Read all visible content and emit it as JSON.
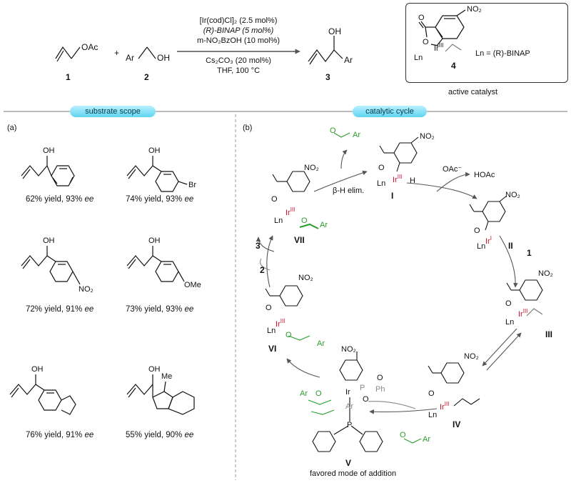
{
  "reaction": {
    "reactant1": "OAc",
    "reactant1_label": "1",
    "plus": "+",
    "reactant2_ar": "Ar",
    "reactant2_oh": "OH",
    "reactant2_label": "2",
    "conditions": [
      "[Ir(cod)Cl]₂ (2.5 mol%)",
      "(R)-BINAP (5 mol%)",
      "m-NO₂BzOH (10 mol%)",
      "Cs₂CO₃ (20 mol%)",
      "THF, 100 °C"
    ],
    "product_oh": "OH",
    "product_ar": "Ar",
    "product_label": "3"
  },
  "catalyst_box": {
    "no2": "NO₂",
    "ir": "Ir",
    "ir_ox": "III",
    "ln": "Ln",
    "ln_def": "Ln = (R)-BINAP",
    "label": "4",
    "caption": "active catalyst"
  },
  "sections": {
    "left_title": "substrate scope",
    "right_title": "catalytic cycle",
    "left_panel": "(a)",
    "right_panel": "(b)"
  },
  "substrates": [
    {
      "yield": "62% yield, 93%",
      "ee": "ee",
      "oh": "OH",
      "sub": ""
    },
    {
      "yield": "74% yield, 93%",
      "ee": "ee",
      "oh": "OH",
      "sub": "Br"
    },
    {
      "yield": "72% yield, 91%",
      "ee": "ee",
      "oh": "OH",
      "sub": "NO₂"
    },
    {
      "yield": "73% yield, 93%",
      "ee": "ee",
      "oh": "OH",
      "sub": "OMe"
    },
    {
      "yield": "76% yield, 91%",
      "ee": "ee",
      "oh": "OH",
      "sub": ""
    },
    {
      "yield": "55% yield, 90%",
      "ee": "ee",
      "oh": "OH",
      "sub": "Me"
    }
  ],
  "cycle": {
    "I": "I",
    "II": "II",
    "III": "III",
    "IV": "IV",
    "V": "V",
    "VI": "VI",
    "VII": "VII",
    "oac": "OAc⁻",
    "hoac": "HOAc",
    "beta_h": "β-H elim.",
    "aldehyde_ar": "Ar",
    "sub1": "1",
    "sub2": "2",
    "sub3": "3",
    "no2": "NO₂",
    "ir": "Ir",
    "ir_iii": "III",
    "ir_i": "I",
    "ln": "Ln",
    "h": "H",
    "o": "O",
    "ar": "Ar",
    "p": "P",
    "ph": "Ph",
    "ts_caption": "favored mode of addition"
  }
}
